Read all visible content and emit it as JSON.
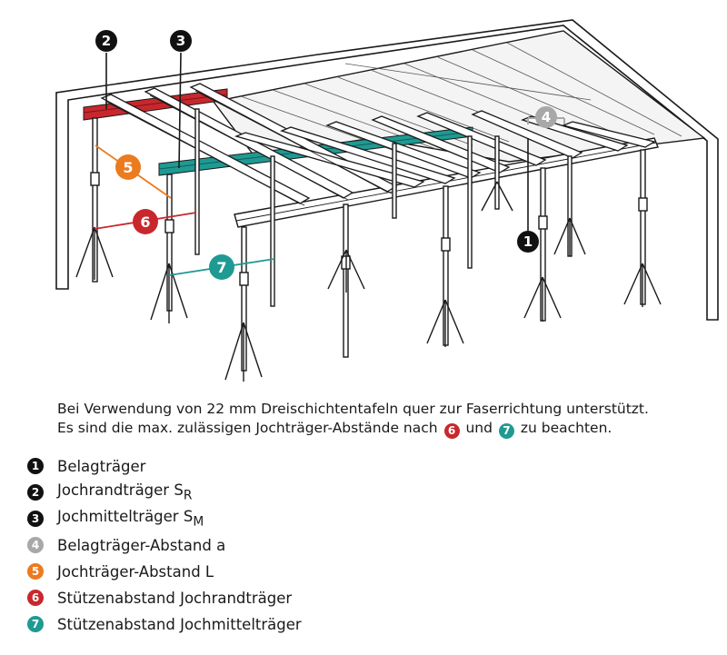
{
  "callouts": {
    "n1": "1",
    "n2": "2",
    "n3": "3",
    "n4": "4",
    "n5": "5",
    "n6": "6",
    "n7": "7"
  },
  "caption": {
    "line1": "Bei Verwendung von 22 mm Dreischichtentafeln quer zur Faserrichtung unterstützt.",
    "line2_prefix": "Es sind die max. zulässigen Jochträger-Abstände nach",
    "ref_a": "6",
    "between": "und",
    "ref_b": "7",
    "line2_suffix": "zu beachten."
  },
  "legend": [
    {
      "number": "1",
      "label": "Belagträger",
      "color": "#111111"
    },
    {
      "number": "2",
      "label": "Jochrandträger S",
      "sub": "R",
      "color": "#111111"
    },
    {
      "number": "3",
      "label": "Jochmittelträger S",
      "sub": "M",
      "color": "#111111"
    },
    {
      "number": "4",
      "label": "Belagträger-Abstand a",
      "color": "#a8a8a8"
    },
    {
      "number": "5",
      "label": "Jochträger-Abstand L",
      "color": "#ec7a1f"
    },
    {
      "number": "6",
      "label": "Stützenabstand Jochrandträger",
      "color": "#c8282d"
    },
    {
      "number": "7",
      "label": "Stützenabstand Jochmittelträger",
      "color": "#1f9a93"
    }
  ],
  "colors": {
    "black": "#111111",
    "grey": "#a8a8a8",
    "orange": "#ec7a1f",
    "red": "#c8282d",
    "teal": "#1f9a93"
  }
}
